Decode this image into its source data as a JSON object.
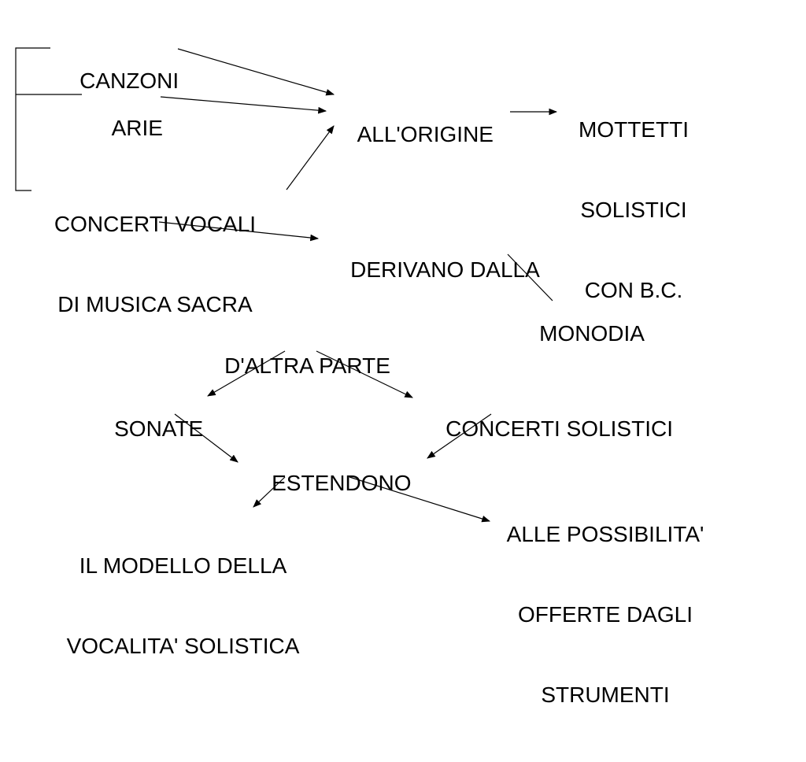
{
  "nodes": {
    "canzoni": "CANZONI",
    "arie": "ARIE",
    "concerti_vocali_line1": "CONCERTI VOCALI",
    "concerti_vocali_line2": "DI MUSICA SACRA",
    "all_origine": "ALL'ORIGINE",
    "mottetti_line1": "MOTTETTI",
    "mottetti_line2": "SOLISTICI",
    "mottetti_line3": "CON B.C.",
    "derivano_dalla": "DERIVANO DALLA",
    "monodia": "MONODIA",
    "d_altra_parte": "D'ALTRA PARTE",
    "sonate": "SONATE",
    "concerti_solistici": "CONCERTI SOLISTICI",
    "estendono": "ESTENDONO",
    "modello_line1": "IL MODELLO DELLA",
    "modello_line2": "VOCALITA' SOLISTICA",
    "possibilita_line1": "ALLE POSSIBILITA'",
    "possibilita_line2": "OFFERTE DAGLI",
    "possibilita_line3": "STRUMENTI"
  },
  "colors": {
    "text": "#000000",
    "background": "#ffffff",
    "lines": "#000000"
  }
}
